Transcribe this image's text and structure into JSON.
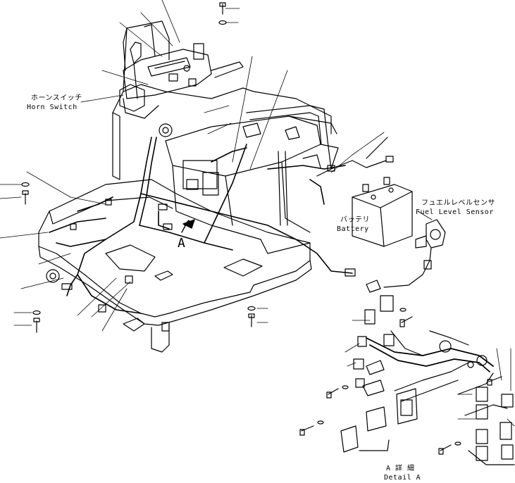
{
  "labels": {
    "horn_switch_jp": "ホーンスイッチ",
    "horn_switch_en": "Horn Switch",
    "battery_jp": "バッテリ",
    "battery_en": "Battery",
    "fuel_sensor_jp": "フュエルレベルセンサ",
    "fuel_sensor_en": "Fuel Level Sensor",
    "view_arrow": "A",
    "detail_jp": "A 詳 細",
    "detail_en": "Detail A"
  }
}
